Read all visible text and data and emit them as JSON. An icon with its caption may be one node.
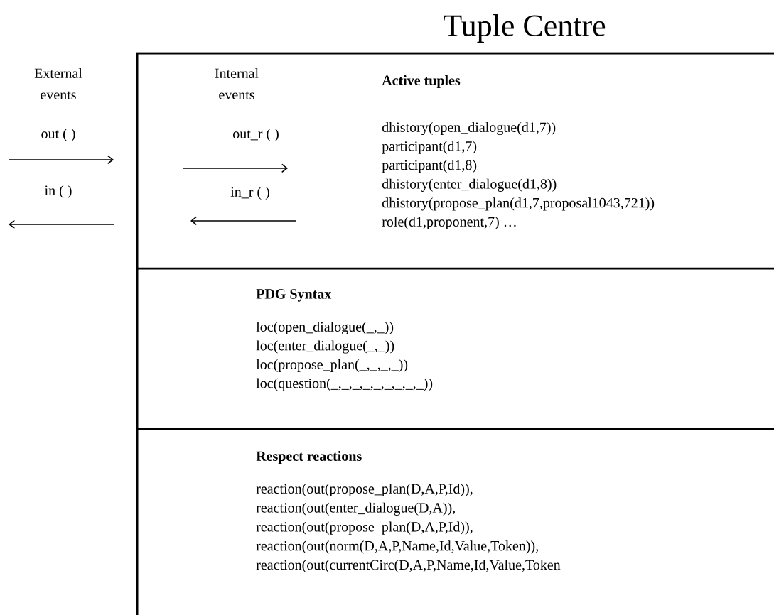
{
  "diagram": {
    "nodes": [
      {
        "text": [
          "Tuple Centre"
        ]
      },
      {
        "text": [
          "Active tuples",
          "dhistory(open_dialogue(d1,7))",
          "participant(d1,7)",
          "participant(d1,8)",
          "dhistory(enter_dialogue(d1,8))",
          "dhistory(propose_plan(d1,7,proposal1043,721))",
          "role(d1,proponent,7) …"
        ],
        "in": 0
      },
      {
        "text": [
          "PDG Syntax",
          "loc(open_dialogue(_,_))",
          "loc(enter_dialogue(_,_))",
          "loc(propose_plan(_,_,_,_))",
          "loc(question(_,_,_,_,_,_,_,_,_))"
        ],
        "in": 0
      },
      {
        "text": [
          "Respect reactions",
          "reaction(out(propose_plan(D,A,P,Id)),",
          "reaction(out(enter_dialogue(D,A)),",
          "reaction(out(propose_plan(D,A,P,Id)),",
          "reaction(out(norm(D,A,P,Name,Id,Value,Token)),",
          "reaction(out(currentCirc(D,A,P,Name,Id,Value,Token"
        ],
        "in": 0
      }
    ],
    "labels": [
      "External events",
      "out ( )",
      "in ( )",
      "Internal events",
      "out_r ( )",
      "in_r ( )"
    ]
  }
}
